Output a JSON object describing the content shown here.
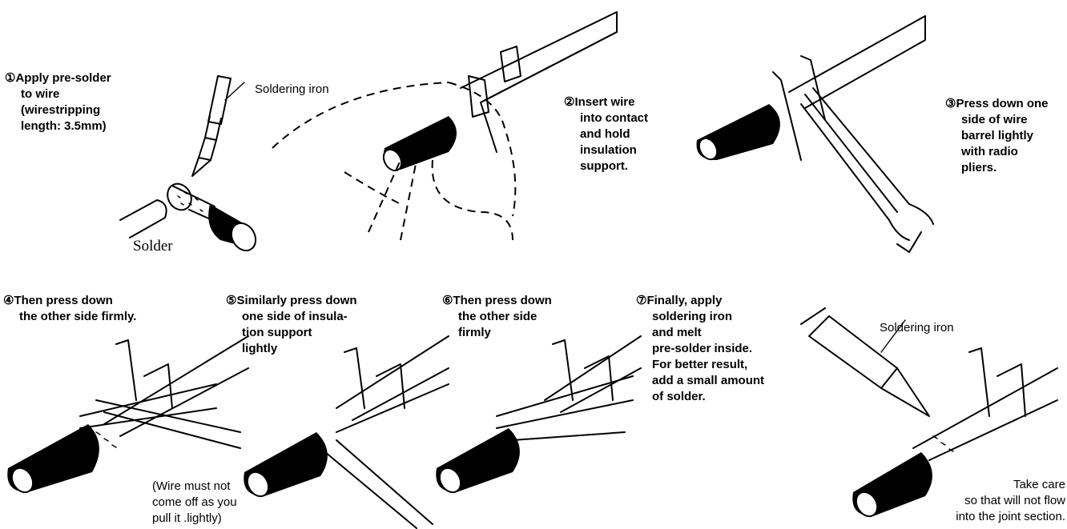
{
  "steps": {
    "s1": {
      "marker": "①",
      "lines": [
        "Apply pre-solder",
        "to wire",
        "(wirestripping",
        "length: 3.5mm)"
      ]
    },
    "s2": {
      "marker": "②",
      "lines": [
        "Insert wire",
        "into contact",
        "and hold",
        "insulation",
        "support."
      ]
    },
    "s3": {
      "marker": "③",
      "lines": [
        "Press down one",
        "side of wire",
        "barrel lightly",
        "with radio",
        "pliers."
      ]
    },
    "s4": {
      "marker": "④",
      "lines": [
        "Then press down",
        "the other side firmly."
      ]
    },
    "s5": {
      "marker": "⑤",
      "lines": [
        "Similarly press down",
        "one side of insula-",
        "tion support",
        "lightly"
      ]
    },
    "s6": {
      "marker": "⑥",
      "lines": [
        "Then press down",
        "the other side",
        "firmly"
      ]
    },
    "s7": {
      "marker": "⑦",
      "lines": [
        "Finally, apply",
        "soldering iron",
        "and melt",
        "pre-solder inside.",
        "For better result,",
        "add a small amount",
        "of solder."
      ]
    }
  },
  "callouts": {
    "iron_top": "Soldering iron",
    "solder": "Solder",
    "iron_bottom": "Soldering iron"
  },
  "notes": {
    "wire_note": [
      "(Wire must not",
      "come off as you",
      "pull it .lightly)"
    ],
    "care_note": [
      "Take care",
      "so that will not flow",
      "into the joint section."
    ]
  }
}
